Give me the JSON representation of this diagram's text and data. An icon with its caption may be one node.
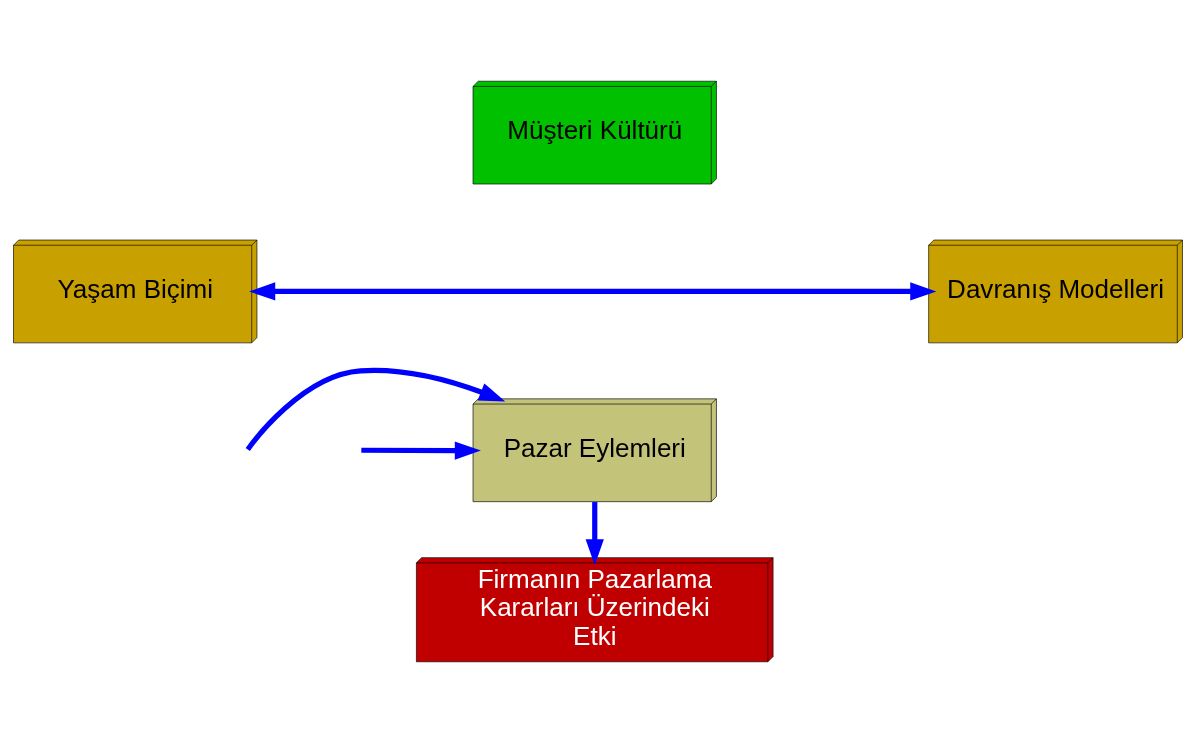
{
  "diagram": {
    "nodes": [
      {
        "text": [
          "Müşteri Kültürü"
        ]
      },
      {
        "text": [
          "Yaşam Biçimi"
        ]
      },
      {
        "text": [
          "Davranış Modelleri"
        ]
      },
      {
        "text": [
          "Pazar Eylemleri"
        ]
      },
      {
        "text": [
          "Firmanın Pazarlama Kararları Üzerindeki Etki"
        ]
      }
    ],
    "edges": [
      {
        "from": 1,
        "to": 2,
        "arrow": "both"
      },
      {
        "from": null,
        "to": 3,
        "arrow": "to"
      },
      {
        "from": null,
        "to": 3,
        "arrow": "to"
      },
      {
        "from": 3,
        "to": 4,
        "arrow": "to"
      }
    ]
  }
}
